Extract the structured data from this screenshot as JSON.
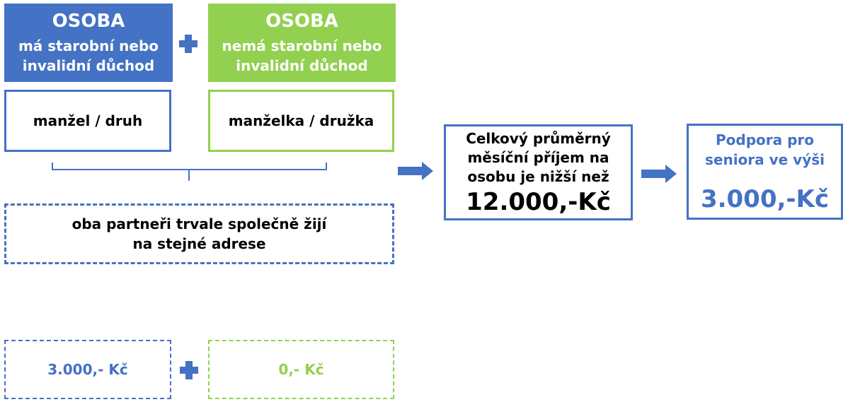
{
  "colors": {
    "blue": "#4472C4",
    "green": "#92D050"
  },
  "header_left": {
    "title": "OSOBA",
    "line1": "má starobní nebo",
    "line2": "invalidní důchod"
  },
  "header_right": {
    "title": "OSOBA",
    "line1": "nemá starobní nebo",
    "line2": "invalidní důchod"
  },
  "role_left": "manžel / druh",
  "role_right": "manželka / družka",
  "condition": {
    "line1": "oba partneři trvale společně žijí",
    "line2": "na stejné adrese"
  },
  "income": {
    "line1": "Celkový průměrný",
    "line2": "měsíční příjem na",
    "line3": "osobu je nižší než",
    "amount": "12.000,-Kč"
  },
  "support": {
    "line1": "Podpora pro",
    "line2": "seniora ve výši",
    "amount": "3.000,-Kč"
  },
  "amount_left": "3.000,- Kč",
  "amount_right": "0,- Kč",
  "icons": {
    "plus": "plus-icon",
    "arrow": "arrow-right-icon"
  }
}
